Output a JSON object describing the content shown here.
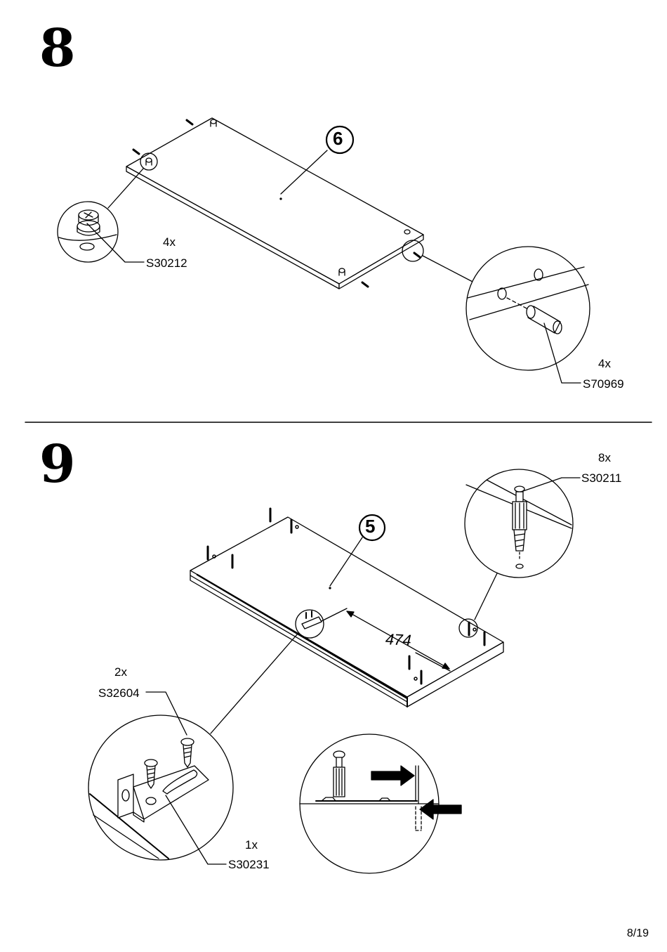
{
  "page_number": "8/19",
  "step8": {
    "number": "8",
    "panel_label": "6",
    "parts": [
      {
        "qty": "4x",
        "code": "S30212"
      },
      {
        "qty": "4x",
        "code": "S70969"
      }
    ]
  },
  "step9": {
    "number": "9",
    "panel_label": "5",
    "dimension": "474",
    "parts": [
      {
        "qty": "8x",
        "code": "S30211"
      },
      {
        "qty": "2x",
        "code": "S32604"
      },
      {
        "qty": "1x",
        "code": "S30231"
      }
    ]
  }
}
